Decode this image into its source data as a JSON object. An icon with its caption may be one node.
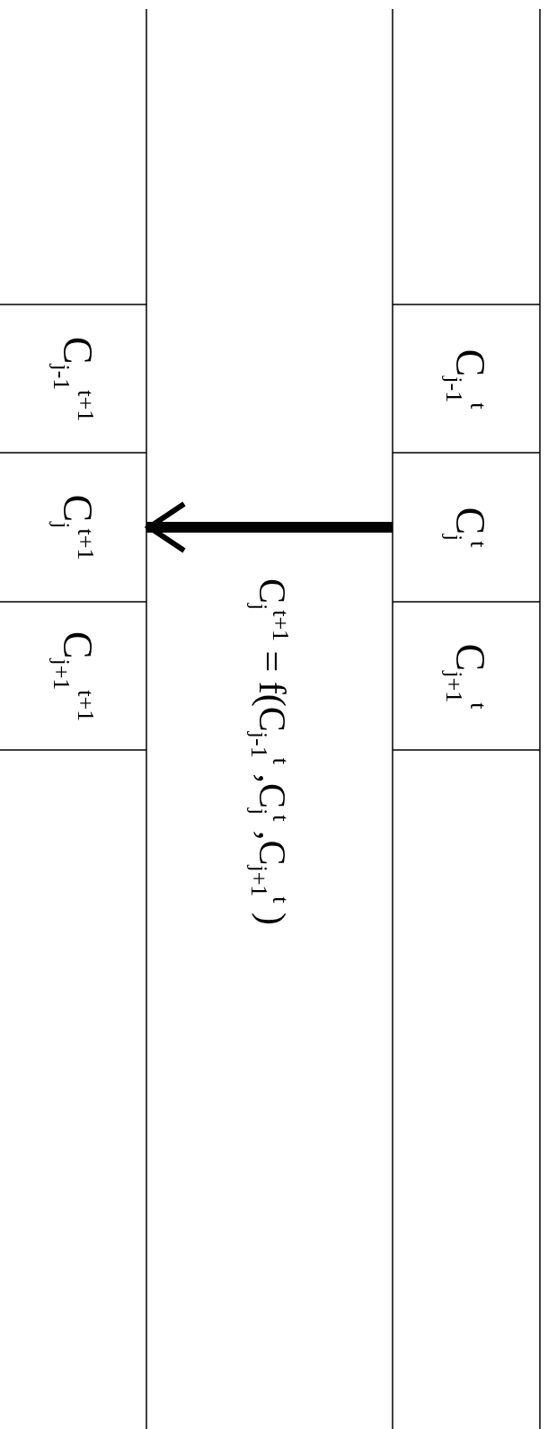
{
  "diagram": {
    "nodes": [
      {
        "text": [
          "C$_{j-1}$$^{t+1}$"
        ]
      },
      {
        "text": [
          "C$_{j}$$^{t+1}$"
        ]
      },
      {
        "text": [
          "C$_{j+1}$$^{t+1}$"
        ]
      },
      {
        "text": [
          "C$_{j-1}$$^{t}$"
        ]
      },
      {
        "text": [
          "C$_{j}$$^{t}$"
        ]
      },
      {
        "text": [
          "C$_{j+1}$$^{t}$"
        ]
      }
    ],
    "edges": [
      {
        "from": 4,
        "to": 1,
        "arrow": "to",
        "label": "C$_{j}$$^{t+1}$ = f(C$_{j-1}$$^{t}$ ,C$_{j}$$^{t}$ ,C$_{j+1}$$^{t}$ )"
      }
    ]
  }
}
